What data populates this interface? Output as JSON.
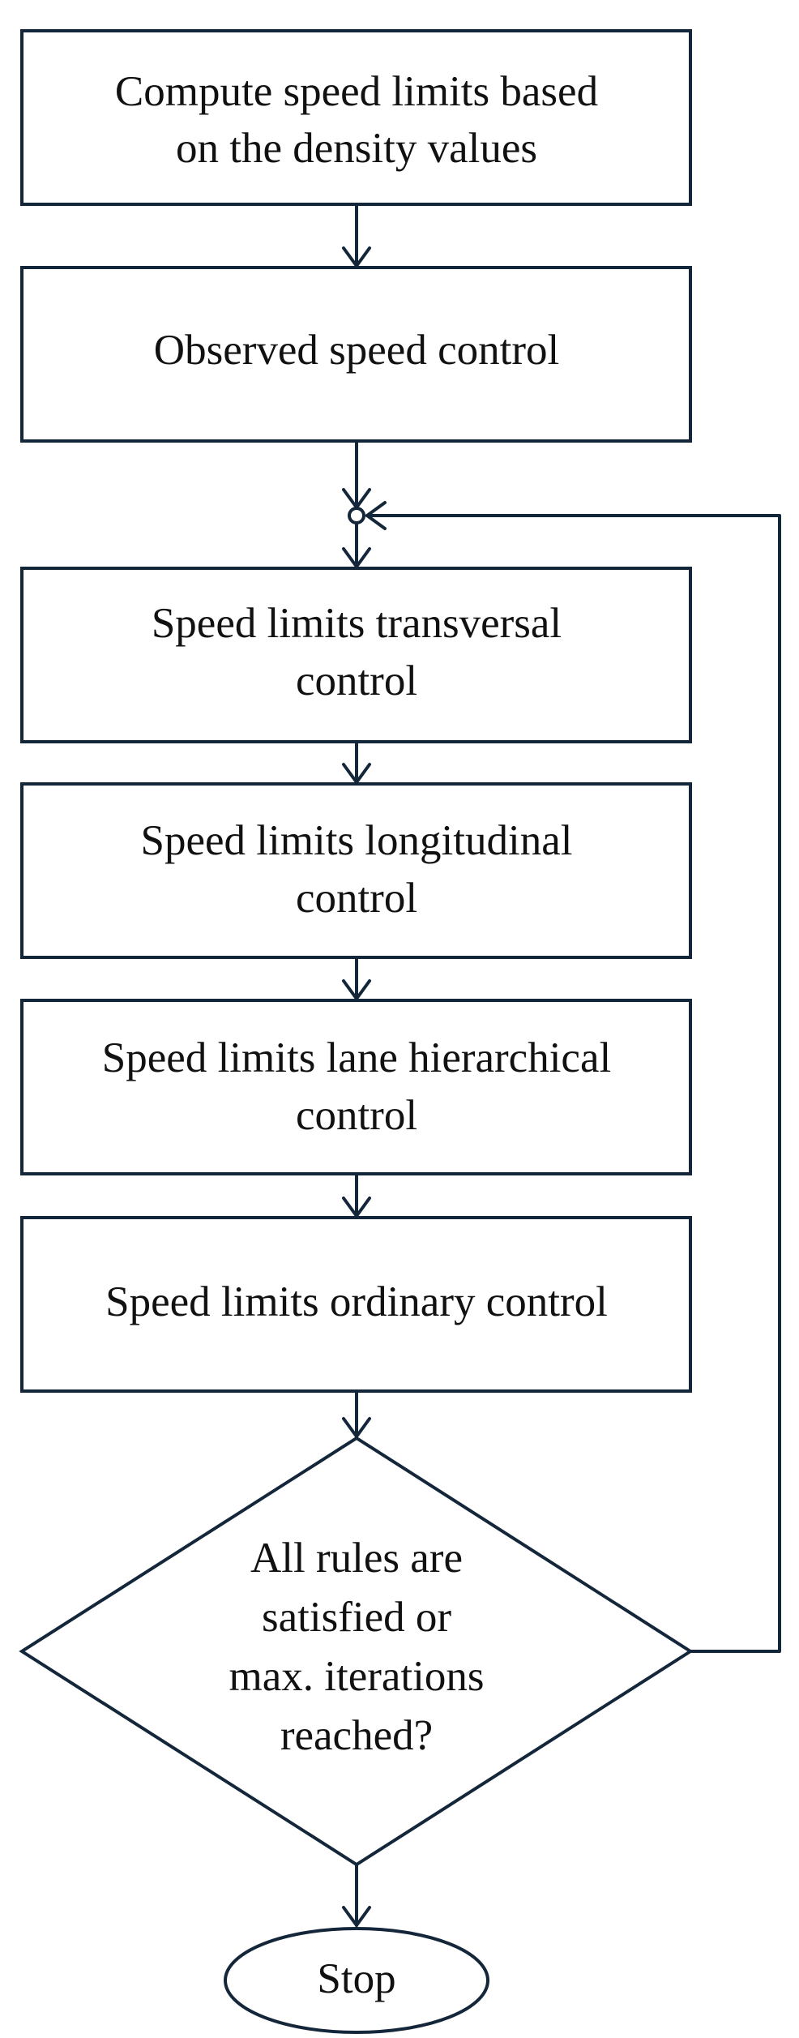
{
  "flowchart": {
    "steps": [
      {
        "lines": [
          "Compute  speed limits based",
          "on the density values"
        ]
      },
      {
        "lines": [
          "Observed speed control"
        ]
      },
      {
        "lines": [
          "Speed limits transversal",
          "control"
        ]
      },
      {
        "lines": [
          "Speed limits longitudinal",
          "control"
        ]
      },
      {
        "lines": [
          "Speed limits lane hierarchical",
          "control"
        ]
      },
      {
        "lines": [
          "Speed limits ordinary control"
        ]
      }
    ],
    "decision": {
      "lines": [
        "All rules are",
        "satisfied or",
        "max. iterations",
        "reached?"
      ]
    },
    "terminal": {
      "label": "Stop"
    },
    "colors": {
      "stroke": "#14263a",
      "text": "#111111",
      "background": "#ffffff"
    }
  }
}
